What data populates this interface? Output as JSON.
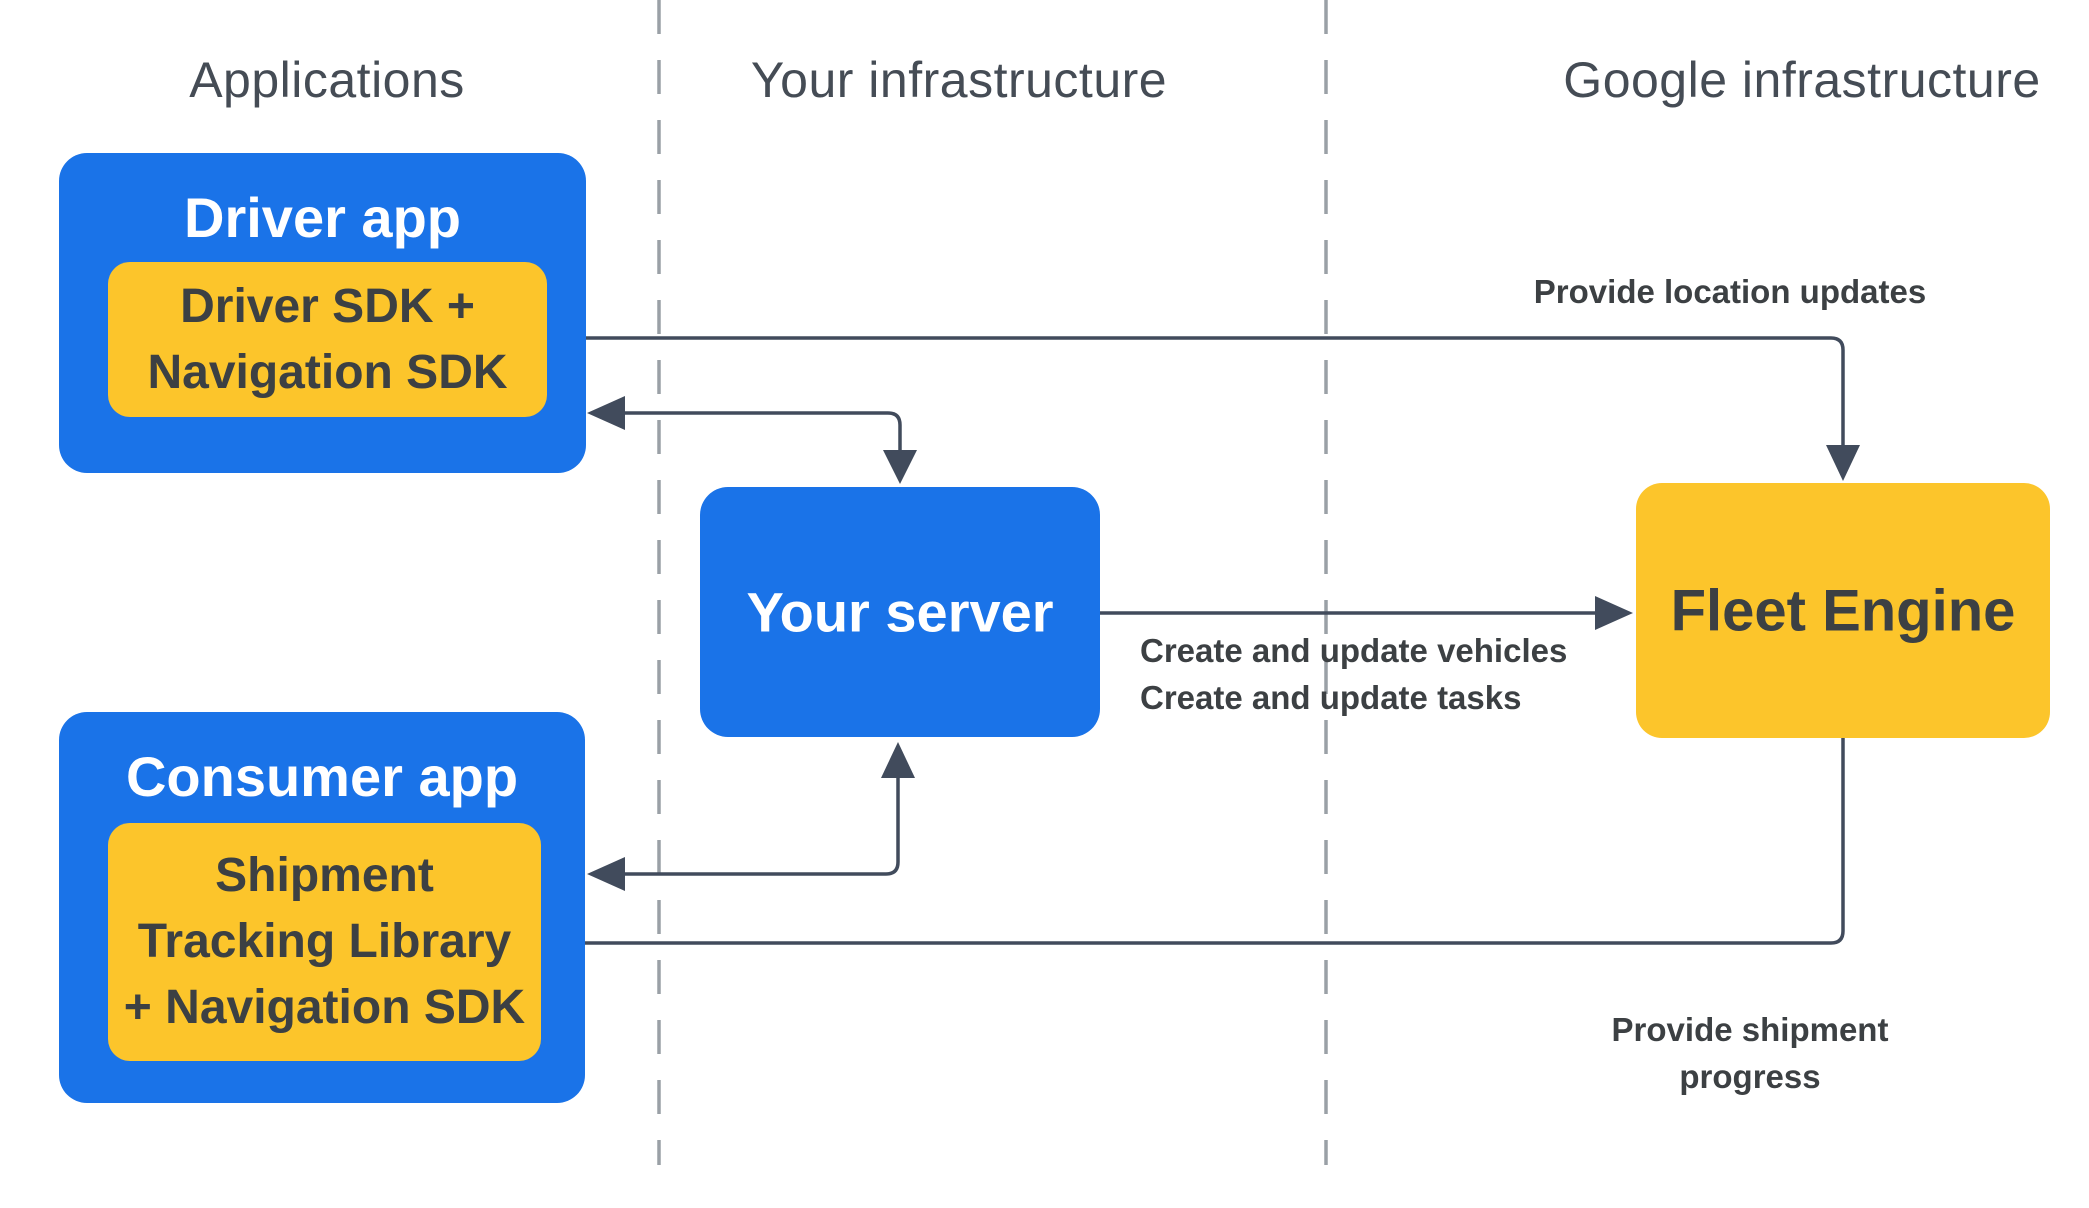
{
  "columns": [
    {
      "label": "Applications"
    },
    {
      "label": "Your infrastructure"
    },
    {
      "label": "Google infrastructure"
    }
  ],
  "nodes": {
    "driver_app": {
      "title": "Driver app"
    },
    "driver_sdk": {
      "lines": [
        "Driver SDK +",
        "Navigation SDK"
      ]
    },
    "consumer_app": {
      "title": "Consumer app"
    },
    "shipment_lib": {
      "lines": [
        "Shipment",
        "Tracking Library",
        "+ Navigation SDK"
      ]
    },
    "your_server": {
      "title": "Your server"
    },
    "fleet_engine": {
      "title": "Fleet Engine"
    }
  },
  "edges": {
    "location_updates": {
      "label": "Provide location updates"
    },
    "create_vehicles": {
      "label": "Create and update vehicles"
    },
    "create_tasks": {
      "label": "Create and update tasks"
    },
    "shipment_progress": {
      "label": "Provide shipment progress"
    }
  },
  "colors": {
    "blue": "#1A73E8",
    "yellow": "#FCC52B",
    "line": "#414B5C",
    "text-dark": "#3C4043",
    "text-light": "#FFFFFF",
    "header": "#454C55",
    "dashed": "#9AA0A6"
  }
}
